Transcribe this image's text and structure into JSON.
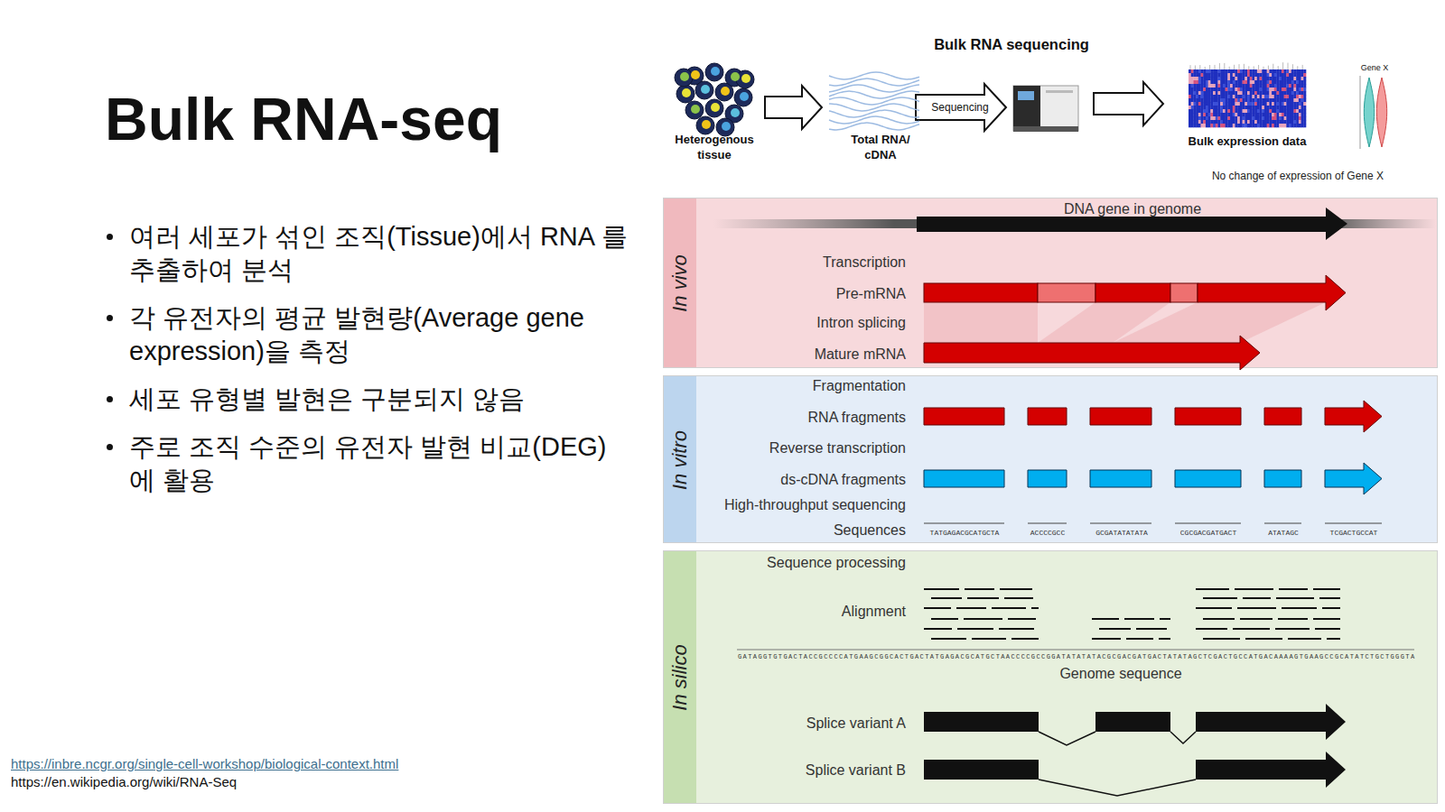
{
  "diagram": {
    "title": "Bulk RNA-seq",
    "nodes": [
      {
        "text": [
          "In vivo",
          "DNA gene in genome",
          "Transcription",
          "Pre-mRNA",
          "Intron splicing",
          "Mature mRNA"
        ]
      },
      {
        "text": [
          "In vitro",
          "Fragmentation",
          "RNA fragments",
          "Reverse transcription",
          "ds-cDNA fragments",
          "High-throughput sequencing",
          "Sequences",
          "TATGAGACGCATGCTA",
          "ACCCCGCC",
          "GCGATATATATA",
          "CGCGACGATGACT",
          "ATATAGC",
          "TCGACTGCCAT"
        ]
      },
      {
        "text": [
          "In silico",
          "Sequence processing",
          "Alignment",
          "GATAGGTGTGACTACCGCCCCATGAAGCGGCACTGACTATGAGACGCATGCTAACCCCGCCGGATATATATACGCGACGATGACTATATAGCTCGACTGCCATGACAAAAGTGAAGCCGCATATCTGCTGGGTA",
          "Genome sequence",
          "Splice variant A",
          "Splice variant B"
        ]
      }
    ],
    "labels": [
      "여러 세포가 섞인 조직(Tissue)에서 RNA 를 추출하여 분석",
      "각 유전자의 평균 발현량(Average gene expression)을 측정",
      "세포 유형별 발현은 구분되지 않음",
      "주로 조직 수준의 유전자 발현 비교(DEG) 에 활용",
      "https://inbre.ncgr.org/single-cell-workshop/biological-context.html",
      "https://en.wikipedia.org/wiki/RNA-Seq",
      "Bulk RNA sequencing",
      "Heterogenous tissue",
      "Total RNA/ cDNA",
      "Sequencing",
      "Bulk expression data",
      "Gene X",
      "No change of expression of Gene X"
    ]
  }
}
